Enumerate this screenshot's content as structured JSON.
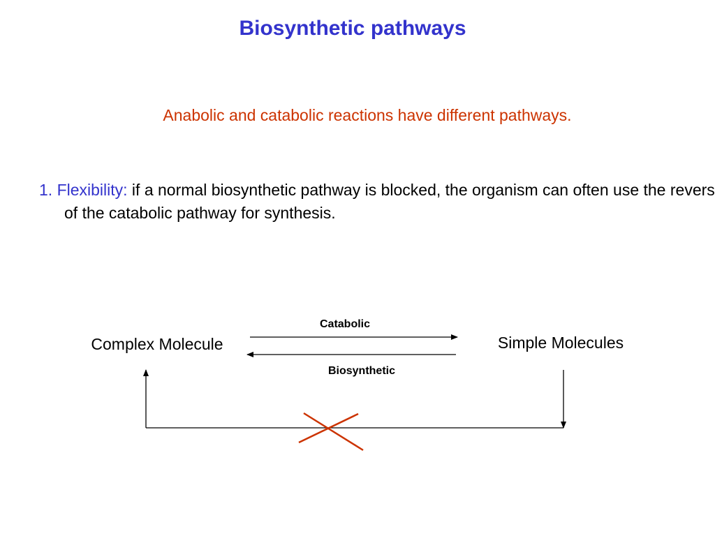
{
  "slide": {
    "title": "Biosynthetic pathways",
    "subtitle": "Anabolic and catabolic reactions have different pathways.",
    "point": {
      "number": "1.",
      "term": "Flexibility",
      "colon": ":",
      "text": " if a normal biosynthetic pathway is blocked, the organism can often use the reverse of the catabolic pathway for synthesis."
    }
  },
  "diagram": {
    "left_node": "Complex Molecule",
    "right_node": "Simple Molecules",
    "forward_label": "Catabolic",
    "reverse_label": "Biosynthetic",
    "blocked_mark_color": "#cc3300",
    "title_color": "#3333cc",
    "subtitle_color": "#cc3300"
  }
}
